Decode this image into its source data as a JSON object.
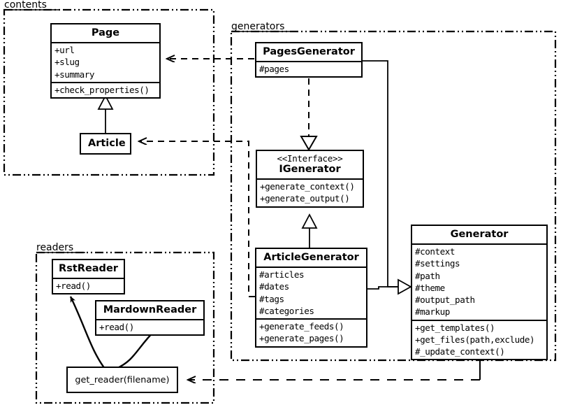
{
  "diagram": {
    "title": "UML class diagram",
    "stroke_color": "#000000",
    "background_color": "#ffffff"
  },
  "packages": [
    {
      "id": "contents",
      "label": "contents"
    },
    {
      "id": "generators",
      "label": "generators"
    },
    {
      "id": "readers",
      "label": "readers"
    }
  ],
  "classes": {
    "page": {
      "name": "Page",
      "attributes": [
        "+url",
        "+slug",
        "+summary"
      ],
      "operations": [
        "+check_properties()"
      ]
    },
    "article": {
      "name": "Article",
      "attributes": [],
      "operations": []
    },
    "pages_generator": {
      "name": "PagesGenerator",
      "attributes": [
        "#pages"
      ],
      "operations": []
    },
    "igenerator": {
      "stereotype": "<<Interface>>",
      "name": "IGenerator",
      "attributes": [],
      "operations": [
        "+generate_context()",
        "+generate_output()"
      ]
    },
    "article_generator": {
      "name": "ArticleGenerator",
      "attributes": [
        "#articles",
        "#dates",
        "#tags",
        "#categories"
      ],
      "operations": [
        "+generate_feeds()",
        "+generate_pages()"
      ]
    },
    "generator": {
      "name": "Generator",
      "attributes": [
        "#context",
        "#settings",
        "#path",
        "#theme",
        "#output_path",
        "#markup"
      ],
      "operations": [
        "+get_templates()",
        "+get_files(path,exclude)",
        "#_update_context()"
      ]
    },
    "rst_reader": {
      "name": "RstReader",
      "attributes": [],
      "operations": [
        "+read()"
      ]
    },
    "mardown_reader": {
      "name": "MardownReader",
      "attributes": [],
      "operations": [
        "+read()"
      ]
    },
    "get_reader": {
      "name": "get_reader(filename)"
    }
  },
  "relationships": [
    {
      "from": "article",
      "to": "page",
      "type": "generalization"
    },
    {
      "from": "pages_generator",
      "to": "igenerator",
      "type": "realization"
    },
    {
      "from": "article_generator",
      "to": "igenerator",
      "type": "generalization"
    },
    {
      "from": "pages_generator",
      "to": "generator",
      "type": "generalization"
    },
    {
      "from": "article_generator",
      "to": "generator",
      "type": "generalization"
    },
    {
      "from": "pages_generator",
      "to": "page",
      "type": "dependency"
    },
    {
      "from": "article_generator",
      "to": "article",
      "type": "dependency"
    },
    {
      "from": "generator",
      "to": "get_reader",
      "type": "dependency"
    },
    {
      "from": "get_reader",
      "to": "rst_reader",
      "type": "creates"
    },
    {
      "from": "get_reader",
      "to": "mardown_reader",
      "type": "creates"
    }
  ]
}
